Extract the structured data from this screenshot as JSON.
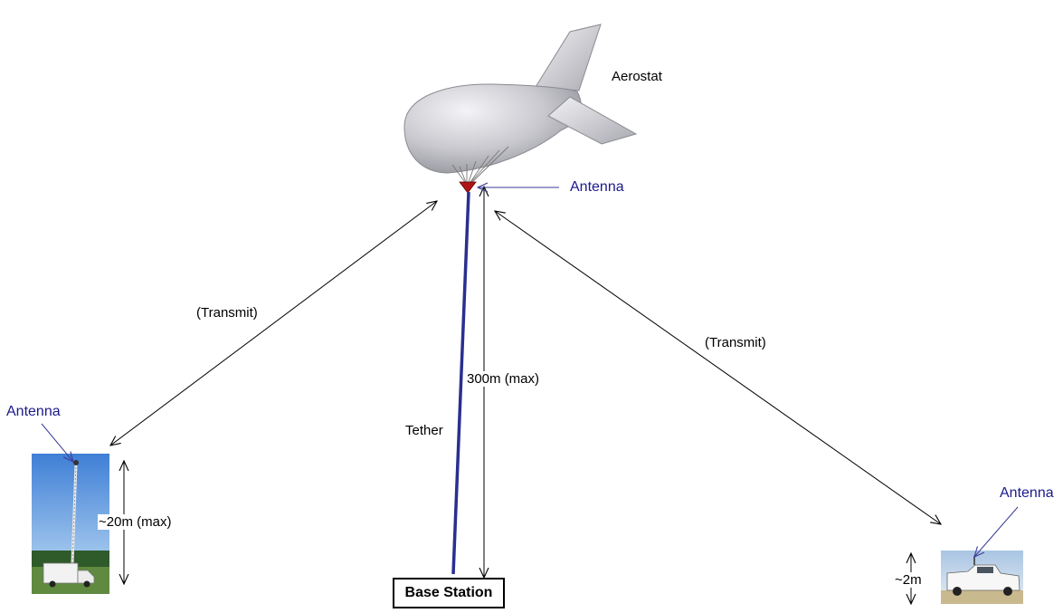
{
  "labels": {
    "aerostat": "Aerostat",
    "antenna_top": "Antenna",
    "antenna_left": "Antenna",
    "antenna_right": "Antenna",
    "transmit_left": "(Transmit)",
    "transmit_right": "(Transmit)",
    "height_300": "300m (max)",
    "tether": "Tether",
    "height_20": "~20m (max)",
    "height_2": "~2m",
    "base_station": "Base Station"
  },
  "colors": {
    "antenna_text": "#1a1a8c",
    "tether": "#2a2f8f",
    "balloon": "#c9c9ce",
    "antenna_marker": "#b01515",
    "arrow": "#000000"
  }
}
